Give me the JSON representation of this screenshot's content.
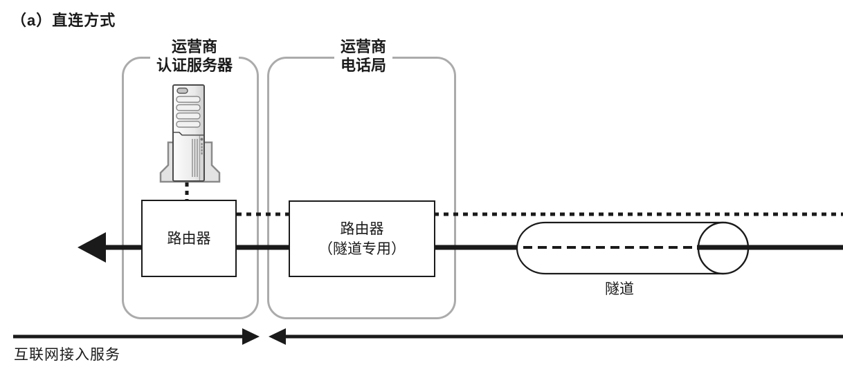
{
  "title": "（a）直连方式",
  "groups": {
    "auth_server": {
      "name_line1": "运营商",
      "name_line2": "认证服务器"
    },
    "telephone_office": {
      "name_line1": "运营商",
      "name_line2": "电话局"
    }
  },
  "nodes": {
    "router": {
      "label": "路由器"
    },
    "tunnel_router": {
      "label_line1": "路由器",
      "label_line2": "（隧道专用）"
    },
    "server": {
      "icon": "tower-server-icon"
    }
  },
  "tunnel": {
    "label": "隧道"
  },
  "footer": {
    "internet_access_label": "互联网接入服务"
  },
  "colors": {
    "line": "#1a1a1a",
    "group_border": "#ababab",
    "background": "#ffffff"
  }
}
